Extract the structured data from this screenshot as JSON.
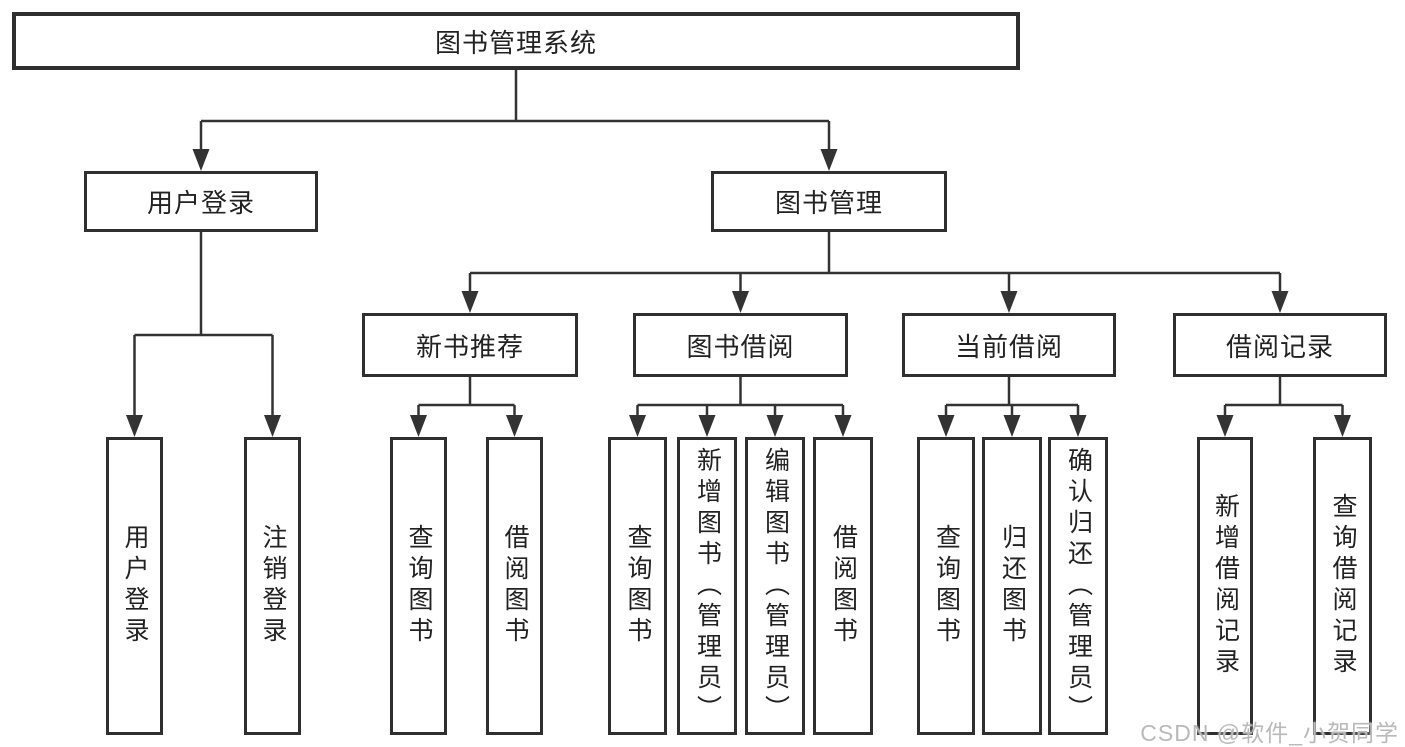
{
  "diagram_title": "图书管理系统",
  "tree": {
    "label": "图书管理系统",
    "children": [
      {
        "label": "用户登录",
        "children": [
          {
            "label": "用户登录"
          },
          {
            "label": "注销登录"
          }
        ]
      },
      {
        "label": "图书管理",
        "children": [
          {
            "label": "新书推荐",
            "children": [
              {
                "label": "查询图书"
              },
              {
                "label": "借阅图书"
              }
            ]
          },
          {
            "label": "图书借阅",
            "children": [
              {
                "label": "查询图书"
              },
              {
                "label": "新增图书（管理员）"
              },
              {
                "label": "编辑图书（管理员）"
              },
              {
                "label": "借阅图书"
              }
            ]
          },
          {
            "label": "当前借阅",
            "children": [
              {
                "label": "查询图书"
              },
              {
                "label": "归还图书"
              },
              {
                "label": "确认归还（管理员）"
              }
            ]
          },
          {
            "label": "借阅记录",
            "children": [
              {
                "label": "新增借阅记录"
              },
              {
                "label": "查询借阅记录"
              }
            ]
          }
        ]
      }
    ]
  },
  "watermark": {
    "text": "CSDN @软件_小贺同学",
    "color": "#b9b9b9"
  },
  "colors": {
    "background": "#ffffff",
    "box_border": "#2f2f2f",
    "line": "#333333",
    "text": "#222222"
  }
}
